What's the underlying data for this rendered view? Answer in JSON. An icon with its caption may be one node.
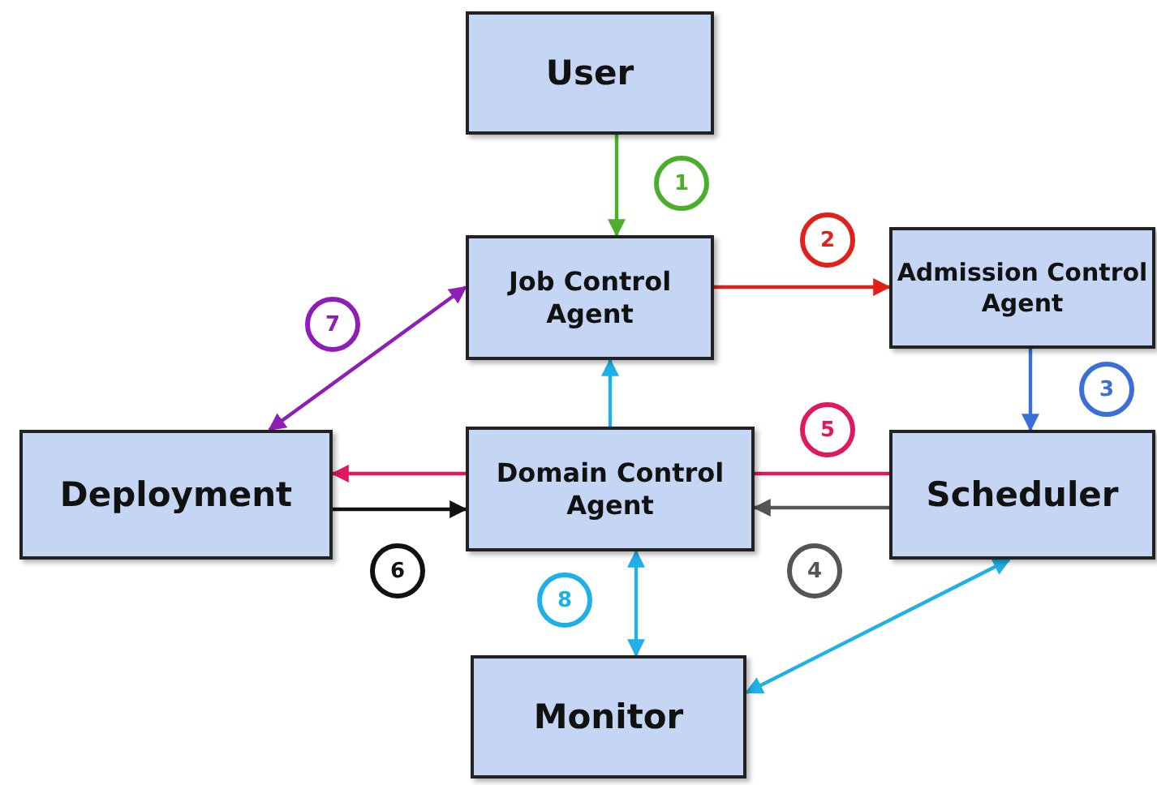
{
  "diagram": {
    "nodes": [
      {
        "text": [
          "User"
        ]
      },
      {
        "text": [
          "Job Control Agent"
        ]
      },
      {
        "text": [
          "Admission Control Agent"
        ]
      },
      {
        "text": [
          "Deployment"
        ]
      },
      {
        "text": [
          "Domain Control Agent"
        ]
      },
      {
        "text": [
          "Scheduler"
        ]
      },
      {
        "text": [
          "Monitor"
        ]
      }
    ],
    "edges": [
      {
        "from": 0,
        "to": 1,
        "arrow": "to",
        "label": "1",
        "color": "#4caf2c"
      },
      {
        "from": 1,
        "to": 2,
        "arrow": "to",
        "label": "2",
        "color": "#e0201b"
      },
      {
        "from": 2,
        "to": 5,
        "arrow": "to",
        "label": "3",
        "color": "#3a6fd8"
      },
      {
        "from": 5,
        "to": 4,
        "arrow": "to",
        "label": "4",
        "color": "#555555"
      },
      {
        "from": 5,
        "to": 4,
        "arrow": "none",
        "label": "5",
        "color": "#e0195f"
      },
      {
        "from": 4,
        "to": 3,
        "arrow": "to",
        "color": "#e0195f"
      },
      {
        "from": 3,
        "to": 4,
        "arrow": "to",
        "label": "6",
        "color": "#111111"
      },
      {
        "from": 1,
        "to": 3,
        "arrow": "both",
        "label": "7",
        "color": "#8e1eb5"
      },
      {
        "from": 4,
        "to": 6,
        "arrow": "both",
        "label": "8",
        "color": "#1eb0e6"
      },
      {
        "from": 4,
        "to": 1,
        "arrow": "to",
        "color": "#1eb0e6"
      },
      {
        "from": 5,
        "to": 6,
        "arrow": "both",
        "color": "#1eb0e6"
      }
    ]
  }
}
